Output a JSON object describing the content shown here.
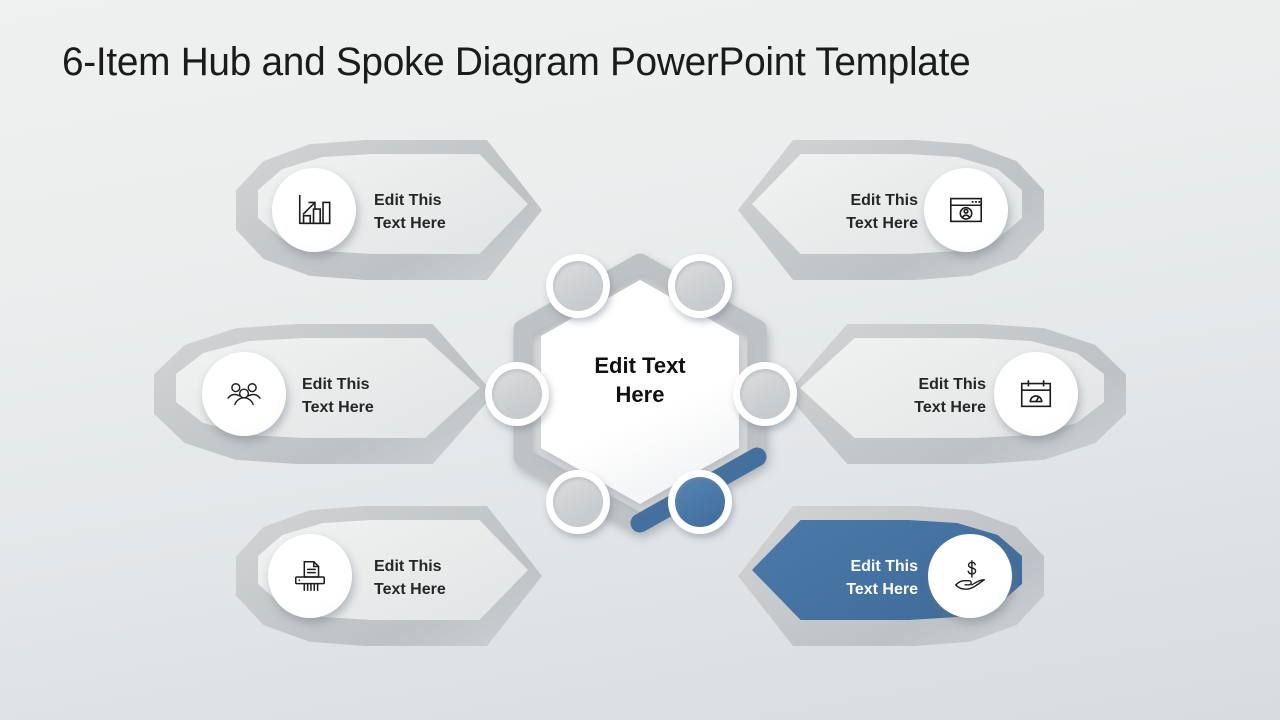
{
  "slide": {
    "title": "6-Item Hub and Spoke Diagram PowerPoint Template",
    "background_top": "#eff0f0",
    "background_bottom": "#d8dcdf",
    "accent_color": "#44709f",
    "neutral_color": "#c6c9cb",
    "text_color": "#262626"
  },
  "hub": {
    "label": "Edit Text\nHere",
    "shape": "hexagon",
    "ring_color": "#bcc0c2",
    "ring_highlight_color": "#44709f",
    "fill": "#ffffff"
  },
  "nodes": [
    {
      "name": "node-top-left",
      "state": "neutral"
    },
    {
      "name": "node-top-right",
      "state": "neutral"
    },
    {
      "name": "node-middle-left",
      "state": "neutral"
    },
    {
      "name": "node-middle-right",
      "state": "neutral"
    },
    {
      "name": "node-bottom-left",
      "state": "neutral"
    },
    {
      "name": "node-bottom-right",
      "state": "highlighted"
    }
  ],
  "spokes": [
    {
      "position": "top-left",
      "label": "Edit This\nText Here",
      "icon": "bar-chart-growth-icon",
      "state": "neutral",
      "icon_side": "left"
    },
    {
      "position": "top-right",
      "label": "Edit This\nText Here",
      "icon": "browser-user-profile-icon",
      "state": "neutral",
      "icon_side": "right"
    },
    {
      "position": "middle-left",
      "label": "Edit This\nText Here",
      "icon": "people-group-icon",
      "state": "neutral",
      "icon_side": "left"
    },
    {
      "position": "middle-right",
      "label": "Edit This\nText Here",
      "icon": "calendar-gauge-icon",
      "state": "neutral",
      "icon_side": "right"
    },
    {
      "position": "bottom-left",
      "label": "Edit This\nText Here",
      "icon": "paper-shredder-icon",
      "state": "neutral",
      "icon_side": "left"
    },
    {
      "position": "bottom-right",
      "label": "Edit This\nText Here",
      "icon": "hand-holding-dollar-icon",
      "state": "highlighted",
      "icon_side": "right"
    }
  ]
}
